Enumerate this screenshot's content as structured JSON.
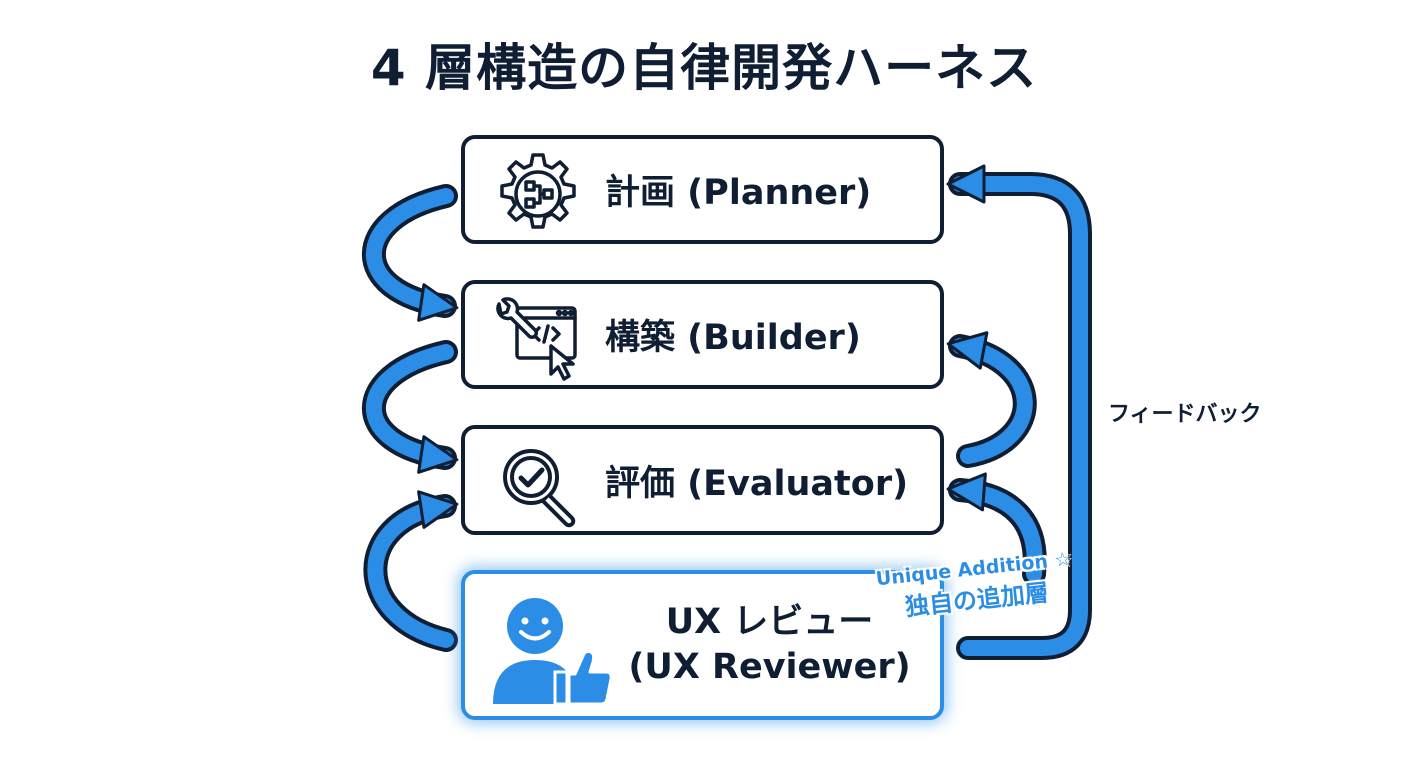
{
  "title": "4 層構造の自律開発ハーネス",
  "layers": [
    {
      "label": "計画 (Planner)",
      "icon": "gear-flowchart-icon"
    },
    {
      "label": "構築 (Builder)",
      "icon": "wrench-code-window-icon"
    },
    {
      "label": "評価 (Evaluator)",
      "icon": "magnifier-check-icon"
    },
    {
      "label_line1": "UX レビュー",
      "label_line2": "(UX Reviewer)",
      "icon": "smiling-user-thumbs-up-icon"
    }
  ],
  "feedback_label": "フィードバック",
  "badge": {
    "line1": "Unique Addition ☆",
    "line2": "独自の追加層"
  },
  "colors": {
    "accent": "#2b8de6",
    "outline": "#0f1e33",
    "text": "#0f1e33"
  }
}
